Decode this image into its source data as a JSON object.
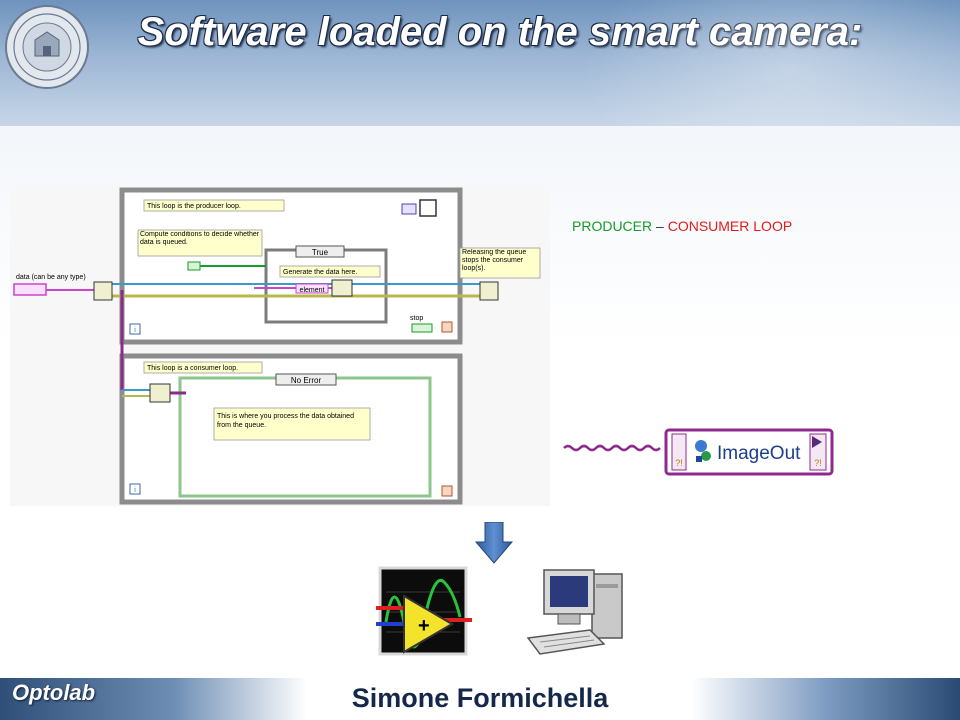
{
  "slide": {
    "title": "Software loaded on the smart camera:",
    "loop_label": {
      "producer": "PRODUCER",
      "separator": " – ",
      "consumer": "CONSUMER LOOP",
      "colors": {
        "producer": "#1a9a2a",
        "consumer": "#e31b1b"
      }
    },
    "diagram": {
      "input_label": "data (can be any type)",
      "producer_comment": "This loop is the producer loop.",
      "conditions_comment": "Compute conditions to decide whether data is queued.",
      "case_selector": "True",
      "generate_comment": "Generate the data here.",
      "element_label": "element",
      "release_comment": "Releasing the queue stops the consumer loop(s).",
      "stop_label": "stop",
      "consumer_comment": "This loop is a consumer loop.",
      "error_selector": "No Error",
      "process_comment": "This is where you process the data obtained from the queue.",
      "iteration_label": "i"
    },
    "imageout": {
      "label": "ImageOut",
      "wire_color": "#8e2a8e"
    },
    "footer": {
      "brand": "Optolab",
      "author": "Simone Formichella"
    }
  },
  "icons": {
    "seal": "university-seal-icon",
    "arrow": "arrow-down-icon",
    "labview": "labview-icon",
    "computer": "computer-icon"
  }
}
